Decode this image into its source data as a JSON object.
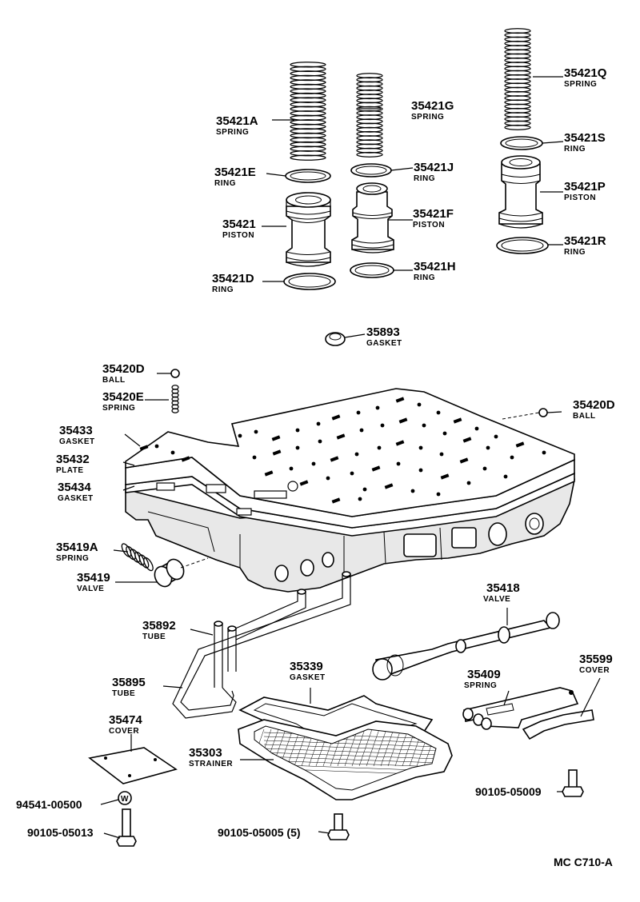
{
  "colors": {
    "ink": "#000000",
    "paper": "#ffffff"
  },
  "labels": {
    "p35421A": {
      "num": "35421A",
      "sub": "SPRING"
    },
    "p35421G": {
      "num": "35421G",
      "sub": "SPRING"
    },
    "p35421Q": {
      "num": "35421Q",
      "sub": "SPRING"
    },
    "p35421S": {
      "num": "35421S",
      "sub": "RING"
    },
    "p35421E": {
      "num": "35421E",
      "sub": "RING"
    },
    "p35421J": {
      "num": "35421J",
      "sub": "RING"
    },
    "p35421P": {
      "num": "35421P",
      "sub": "PISTON"
    },
    "p35421": {
      "num": "35421",
      "sub": "PISTON"
    },
    "p35421F": {
      "num": "35421F",
      "sub": "PISTON"
    },
    "p35421R": {
      "num": "35421R",
      "sub": "RING"
    },
    "p35421D": {
      "num": "35421D",
      "sub": "RING"
    },
    "p35421H": {
      "num": "35421H",
      "sub": "RING"
    },
    "p35893": {
      "num": "35893",
      "sub": "GASKET"
    },
    "p35420D_l": {
      "num": "35420D",
      "sub": "BALL"
    },
    "p35420E": {
      "num": "35420E",
      "sub": "SPRING"
    },
    "p35420D_r": {
      "num": "35420D",
      "sub": "BALL"
    },
    "p35433": {
      "num": "35433",
      "sub": "GASKET"
    },
    "p35432": {
      "num": "35432",
      "sub": "PLATE"
    },
    "p35434": {
      "num": "35434",
      "sub": "GASKET"
    },
    "p35419A": {
      "num": "35419A",
      "sub": "SPRING"
    },
    "p35419": {
      "num": "35419",
      "sub": "VALVE"
    },
    "p35418": {
      "num": "35418",
      "sub": "VALVE"
    },
    "p35892": {
      "num": "35892",
      "sub": "TUBE"
    },
    "p35895": {
      "num": "35895",
      "sub": "TUBE"
    },
    "p35339": {
      "num": "35339",
      "sub": "GASKET"
    },
    "p35599": {
      "num": "35599",
      "sub": "COVER"
    },
    "p35409": {
      "num": "35409",
      "sub": "SPRING"
    },
    "p35474": {
      "num": "35474",
      "sub": "COVER"
    },
    "p35303": {
      "num": "35303",
      "sub": "STRAINER"
    }
  },
  "codes": {
    "c94541": "94541-00500",
    "c90105_13": "90105-05013",
    "c90105_05": "90105-05005 (5)",
    "c90105_09": "90105-05009",
    "washer_letter": "W",
    "footer": "MC  C710-A"
  }
}
